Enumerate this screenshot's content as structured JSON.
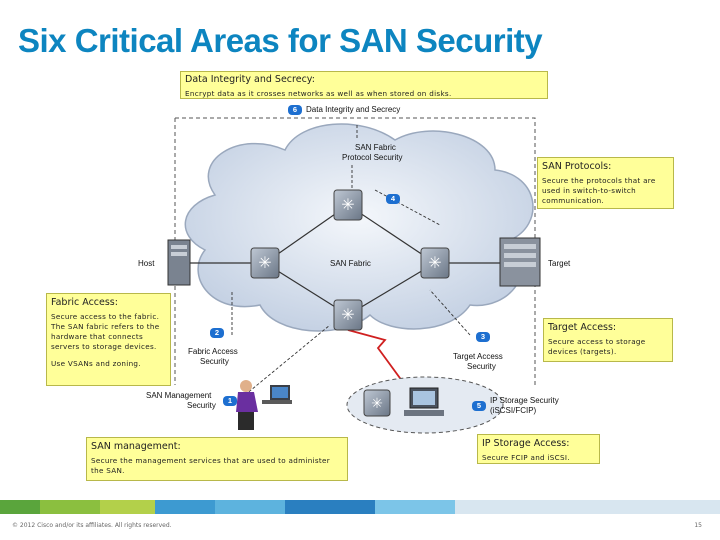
{
  "title": "Six Critical Areas for SAN Security",
  "callouts": {
    "integrity": {
      "heading": "Data Integrity and Secrecy:",
      "text": "Encrypt data as it crosses networks as well as when stored on disks."
    },
    "protocols": {
      "heading": "SAN Protocols:",
      "text": "Secure the protocols that are used in switch-to-switch communication."
    },
    "fabric": {
      "heading": "Fabric Access:",
      "text": "Secure access to the fabric. The SAN fabric refers to the hardware that connects servers to storage devices.",
      "text2": "Use VSANs and zoning."
    },
    "target": {
      "heading": "Target Access:",
      "text": "Secure access to storage devices (targets)."
    },
    "management": {
      "heading": "SAN management:",
      "text": "Secure the management services that are used to administer the SAN."
    },
    "ip_storage": {
      "heading": "IP Storage Access:",
      "text": "Secure FCIP and iSCSI."
    }
  },
  "diagram": {
    "data_integrity": "Data Integrity and Secrecy",
    "fabric_protocol_1": "SAN Fabric",
    "fabric_protocol_2": "Protocol Security",
    "host": "Host",
    "target": "Target",
    "san_fabric": "SAN Fabric",
    "fabric_access_1": "Fabric Access",
    "fabric_access_2": "Security",
    "target_access_1": "Target Access",
    "target_access_2": "Security",
    "mgmt_1": "SAN Management",
    "mgmt_2": "Security",
    "ip_1": "IP Storage Security",
    "ip_2": "(iSCSI/FCIP)",
    "numbers": {
      "n1": "1",
      "n2": "2",
      "n3": "3",
      "n4": "4",
      "n5": "5",
      "n6": "6"
    }
  },
  "footer": {
    "copyright": "© 2012 Cisco and/or its affiliates. All rights reserved.",
    "page": "15"
  },
  "colors": {
    "title": "#0d85c0",
    "callout": "#ffff99",
    "badge": "#1d6fd0",
    "cloud": "#c9d5e6"
  }
}
